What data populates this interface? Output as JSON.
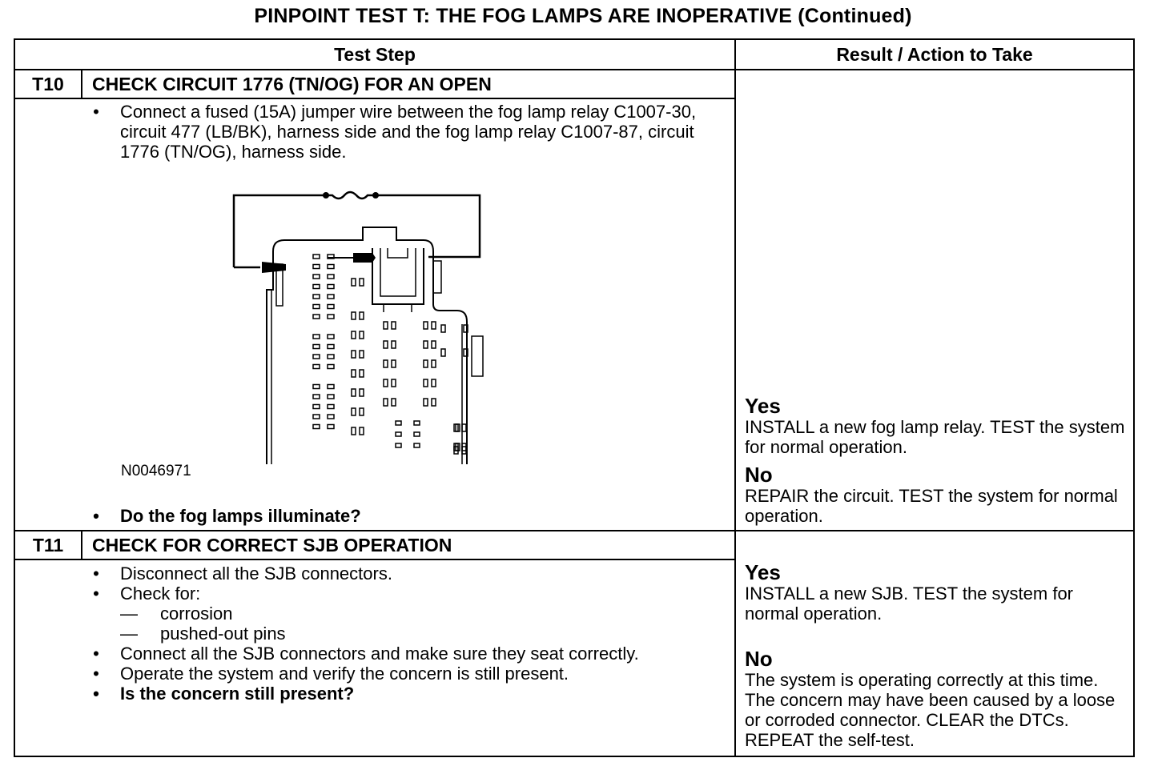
{
  "title": "PINPOINT TEST T: THE FOG LAMPS ARE INOPERATIVE (Continued)",
  "headers": {
    "test_step": "Test Step",
    "result": "Result / Action to Take"
  },
  "steps": [
    {
      "id": "T10",
      "title": "CHECK CIRCUIT 1776 (TN/OG) FOR AN OPEN",
      "bullets": [
        "Connect a fused (15A) jumper wire between the fog lamp relay C1007-30, circuit 477 (LB/BK), harness side and the fog lamp relay C1007-87, circuit 1776 (TN/OG), harness side."
      ],
      "figure_code": "N0046971",
      "question": "Do the fog lamps illuminate?",
      "yes_label": "Yes",
      "yes_text": "INSTALL a new fog lamp relay. TEST the system for normal operation.",
      "no_label": "No",
      "no_text": "REPAIR the circuit. TEST the system for normal operation."
    },
    {
      "id": "T11",
      "title": "CHECK FOR CORRECT SJB OPERATION",
      "bullets": [
        "Disconnect all the SJB connectors.",
        "Check for:",
        "corrosion",
        "pushed-out pins",
        "Connect all the SJB connectors and make sure they seat correctly.",
        "Operate the system and verify the concern is still present.",
        "Is the concern still present?"
      ],
      "yes_label": "Yes",
      "yes_text": "INSTALL a new SJB. TEST the system for normal operation.",
      "no_label": "No",
      "no_text": "The system is operating correctly at this time. The concern may have been caused by a loose or corroded connector. CLEAR the DTCs. REPEAT the self-test."
    }
  ]
}
